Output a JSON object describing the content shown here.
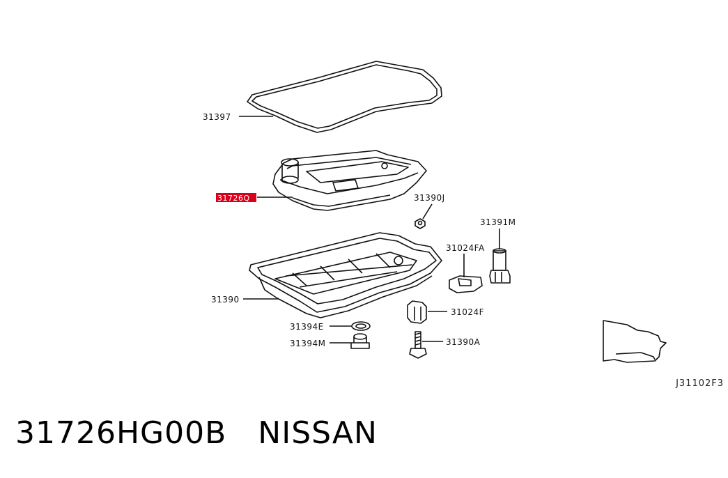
{
  "diagram": {
    "labels": {
      "gasket": "31397",
      "strainer": "31726Q",
      "nut": "31390J",
      "sensor": "31391M",
      "pan": "31390",
      "clip_a": "31024FA",
      "clip": "31024F",
      "washer": "31394E",
      "plug": "31394M",
      "bolt": "31390A"
    },
    "code": "J31102F3",
    "highlight_color": "#d9001b"
  },
  "caption": {
    "part_number": "31726HG00B",
    "brand": "NISSAN"
  }
}
